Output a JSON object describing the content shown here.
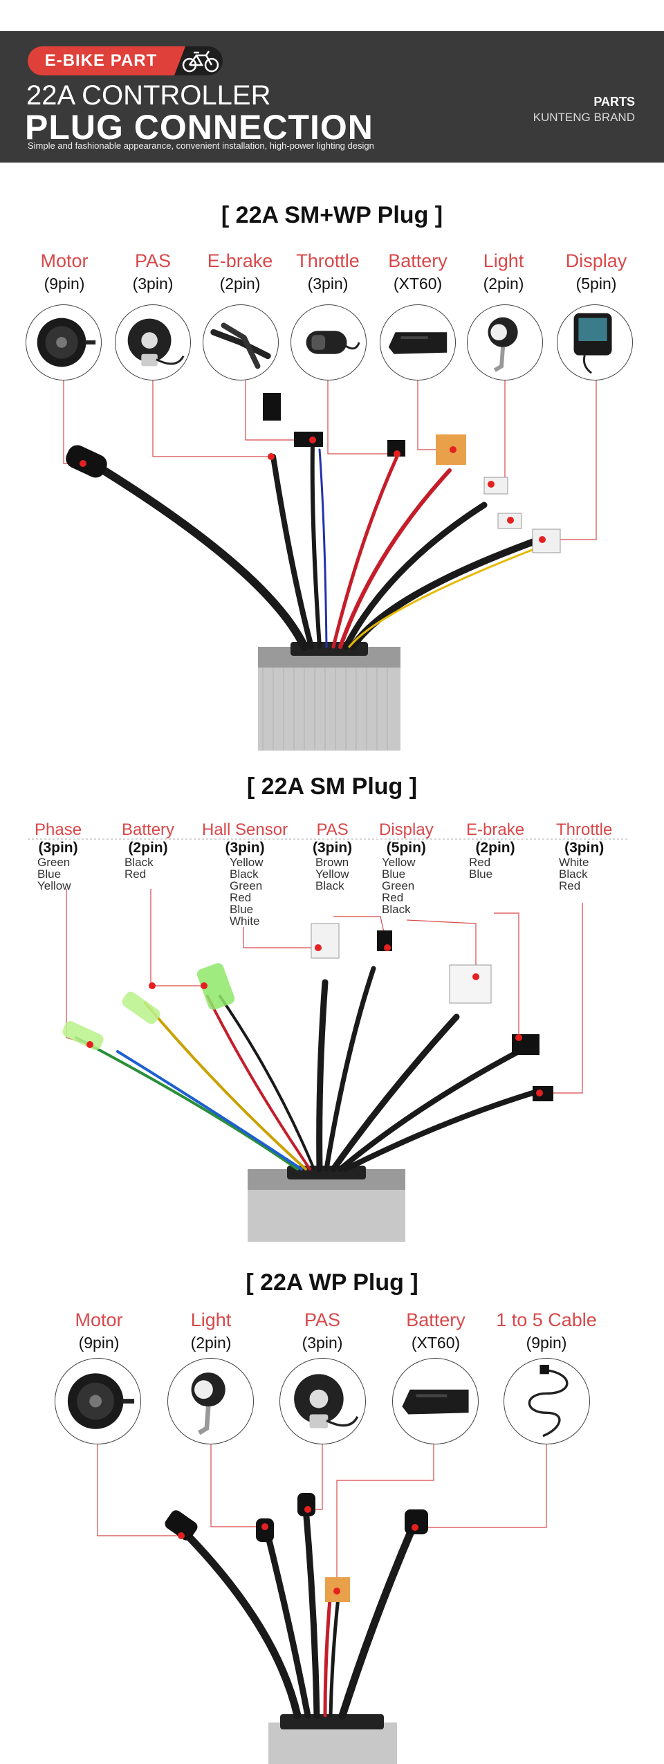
{
  "header": {
    "brand": "E-BIKE PART",
    "title_line1": "22A CONTROLLER",
    "title_line2": "PLUG  CONNECTION",
    "subtitle": "Simple and fashionable appearance, convenient installation, high-power lighting design",
    "parts": "PARTS",
    "brand_name": "KUNTENG BRAND"
  },
  "section1": {
    "title": "[ 22A  SM+WP Plug ]",
    "items": [
      {
        "name": "Motor",
        "pins": "(9pin)",
        "icon": "hub-motor-icon"
      },
      {
        "name": "PAS",
        "pins": "(3pin)",
        "icon": "pas-sensor-icon"
      },
      {
        "name": "E-brake",
        "pins": "(2pin)",
        "icon": "brake-lever-icon"
      },
      {
        "name": "Throttle",
        "pins": "(3pin)",
        "icon": "throttle-icon"
      },
      {
        "name": "Battery",
        "pins": "(XT60)",
        "icon": "battery-icon"
      },
      {
        "name": "Light",
        "pins": "(2pin)",
        "icon": "headlight-icon"
      },
      {
        "name": "Display",
        "pins": "(5pin)",
        "icon": "lcd-display-icon"
      }
    ]
  },
  "section2": {
    "title": "[ 22A  SM Plug ]",
    "items": [
      {
        "name": "Phase",
        "pins": "(3pin)",
        "wires": [
          "Green",
          "Blue",
          "Yellow"
        ]
      },
      {
        "name": "Battery",
        "pins": "(2pin)",
        "wires": [
          "Black",
          "Red"
        ]
      },
      {
        "name": "Hall Sensor",
        "pins": "(3pin)",
        "wires": [
          "Yellow",
          "Black",
          "Green",
          "Red",
          "Blue",
          "White"
        ]
      },
      {
        "name": "PAS",
        "pins": "(3pin)",
        "wires": [
          "Brown",
          "Yellow",
          "Black"
        ]
      },
      {
        "name": "Display",
        "pins": "(5pin)",
        "wires": [
          "Yellow",
          "Blue",
          "Green",
          "Red",
          "Black"
        ]
      },
      {
        "name": "E-brake",
        "pins": "(2pin)",
        "wires": [
          "Red",
          "Blue"
        ]
      },
      {
        "name": "Throttle",
        "pins": "(3pin)",
        "wires": [
          "White",
          "Black",
          "Red"
        ]
      }
    ]
  },
  "section3": {
    "title": "[ 22A  WP Plug ]",
    "items": [
      {
        "name": "Motor",
        "pins": "(9pin)",
        "icon": "hub-motor-icon"
      },
      {
        "name": "Light",
        "pins": "(2pin)",
        "icon": "headlight-icon"
      },
      {
        "name": "PAS",
        "pins": "(3pin)",
        "icon": "pas-sensor-icon"
      },
      {
        "name": "Battery",
        "pins": "(XT60)",
        "icon": "battery-icon"
      },
      {
        "name": "1 to 5 Cable",
        "pins": "(9pin)",
        "icon": "cable-icon"
      }
    ]
  },
  "colors": {
    "header_bg": "#3a3a3a",
    "accent_red": "#d9484a",
    "controller_silver": "#c8c8c8"
  }
}
